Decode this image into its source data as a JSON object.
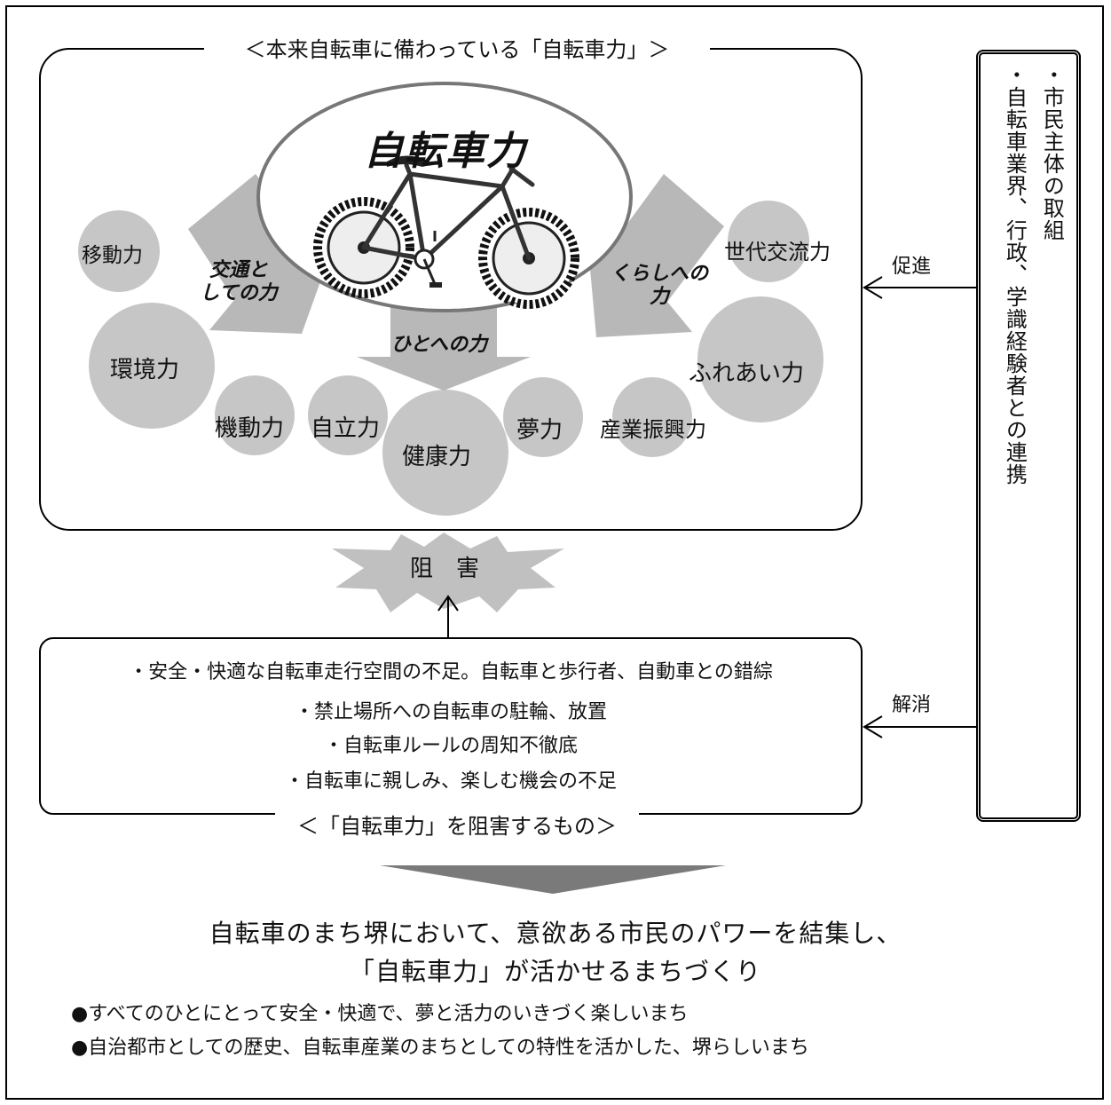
{
  "top_caption": "＜本来自転車に備わっている「自転車力」＞",
  "center_title": "自転車力",
  "arrows": {
    "left": "交通と\nしての力",
    "down": "ひとへの力",
    "right": "くらしへの\n力"
  },
  "powers": [
    "移動力",
    "環境力",
    "機動力",
    "自立力",
    "健康力",
    "夢力",
    "産業振興力",
    "世代交流力",
    "ふれあい力"
  ],
  "obstacle_label": "阻　害",
  "problems": [
    "・安全・快適な自転車走行空間の不足。自転車と歩行者、自動車との錯綜",
    "・禁止場所への自転車の駐輪、放置",
    "・自転車ルールの周知不徹底",
    "・自転車に親しみ、楽しむ機会の不足"
  ],
  "bottom_caption": "＜「自転車力」を阻害するもの＞",
  "side_box": {
    "line1": "・市民主体の取組",
    "line2": "・自転車業界、行政、学識経験者との連携"
  },
  "promote_label": "促進",
  "resolve_label": "解消",
  "vision": {
    "line1": "自転車のまち堺において、意欲ある市民のパワーを結集し、",
    "line2": "「自転車力」が活かせるまちづくり"
  },
  "bullets": [
    "●すべてのひとにとって安全・快適で、夢と活力のいきづく楽しいまち",
    "●自治都市としての歴史、自転車産業のまちとしての特性を活かした、堺らしいまち"
  ]
}
